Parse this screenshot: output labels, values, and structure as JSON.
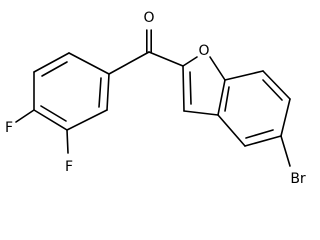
{
  "diagram": {
    "type": "chemical-structure",
    "atoms": {
      "oxygen_carbonyl": "O",
      "oxygen_furan": "O",
      "bromine": "Br",
      "fluorine_para": "F",
      "fluorine_meta": "F"
    },
    "colors": {
      "bond": "#000000",
      "label": "#000000",
      "background": "#ffffff"
    }
  }
}
